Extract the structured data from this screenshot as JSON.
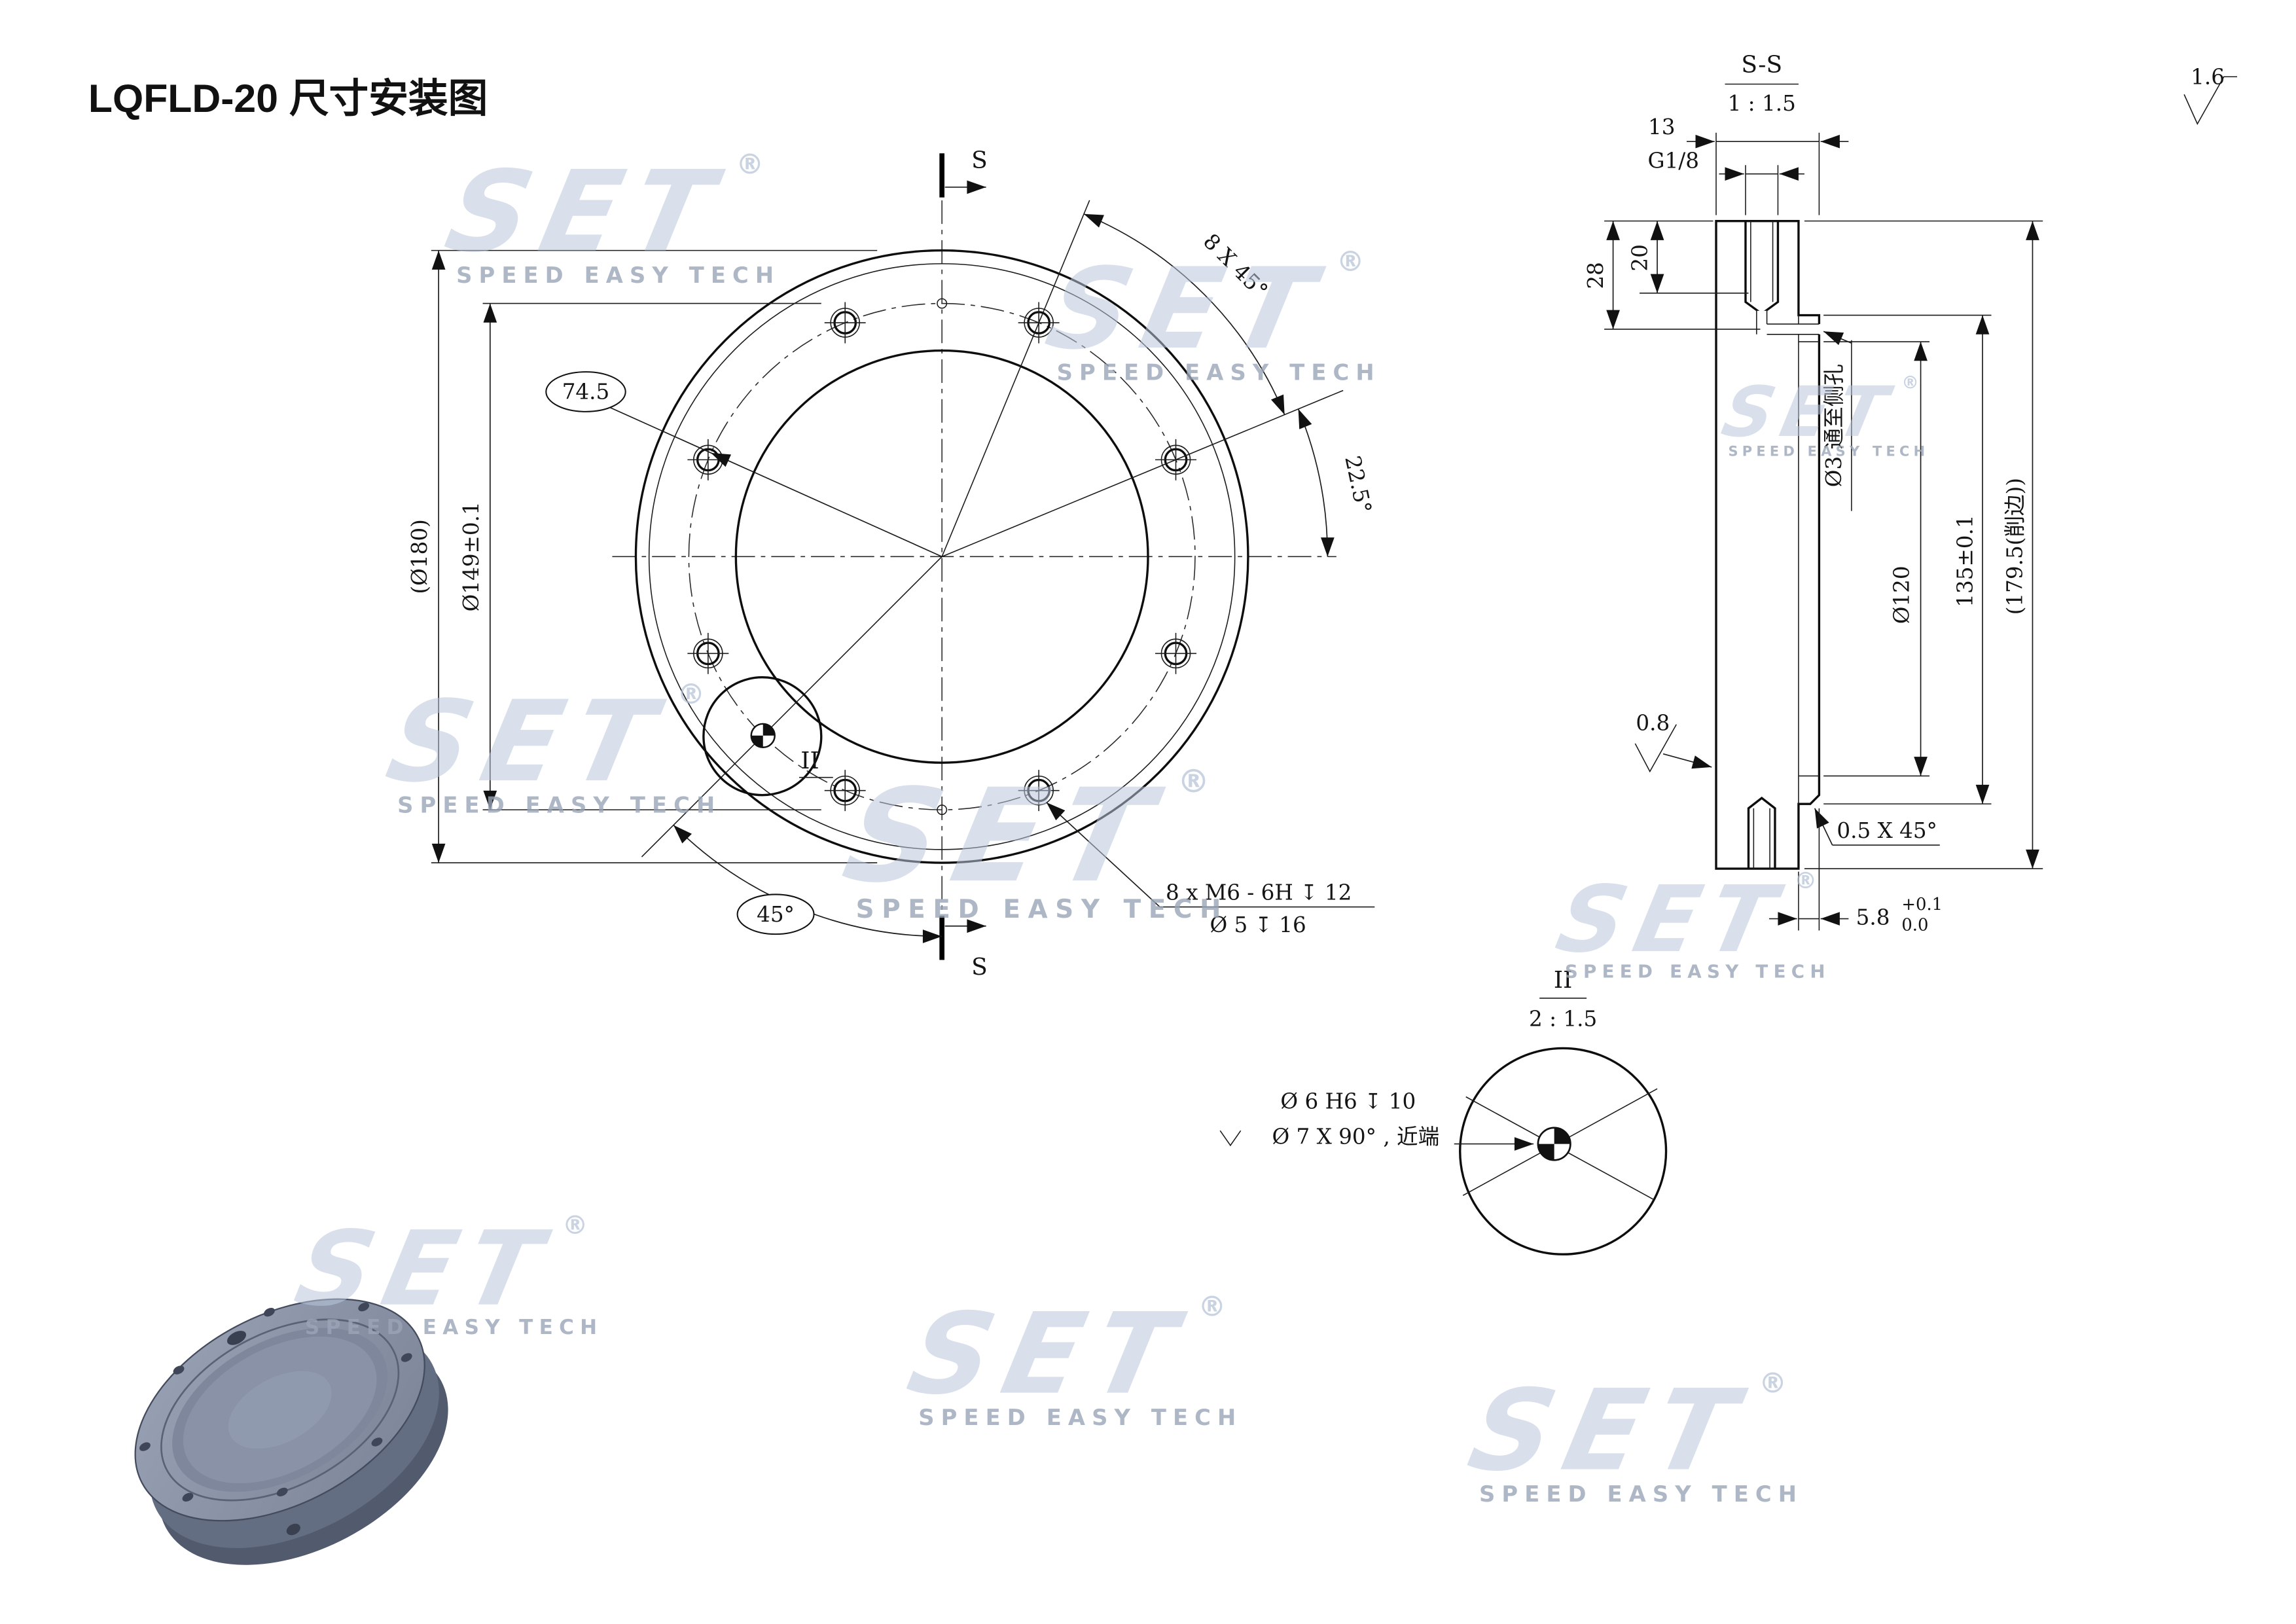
{
  "page": {
    "title": "LQFLD-20 尺寸安装图",
    "corner_roughness": "1.6"
  },
  "front_view": {
    "section_letter": "S",
    "dims": {
      "bolt_circle_radius": "74.5",
      "outer_dia": "(Ø180)",
      "bolt_circle_dia": "Ø149±0.1",
      "hole_pattern_angle": "8 X 45°",
      "offset_angle": "22.5°",
      "dowel_angle": "45°"
    },
    "detail_label": "II",
    "thread_note_line1": "8 x M6 - 6H ↧ 12",
    "thread_note_line2": "Ø 5 ↧ 16"
  },
  "section_view": {
    "title": "S-S",
    "scale": "1 : 1.5",
    "dims": {
      "thickness": "13",
      "port_thread": "G1/8",
      "depth_28": "28",
      "thread_depth_20": "20",
      "cross_hole_note": "Ø3 通至侧孔",
      "bore_dia": "Ø120",
      "spigot_dia": "135±0.1",
      "trimmed_dia": "(179.5(削边))",
      "roughness": "0.8",
      "chamfer_note": "0.5 X 45°",
      "step_height": "5.8",
      "step_tol_upper": "+0.1",
      "step_tol_lower": "0.0"
    }
  },
  "detail_view": {
    "title": "II",
    "scale": "2 : 1.5",
    "note_line1": "Ø 6 H6 ↧ 10",
    "note_line2": "Ø 7 X 90° , 近端"
  },
  "watermark": {
    "logo": "SET",
    "registered": "®",
    "tagline": "SPEED EASY TECH"
  }
}
